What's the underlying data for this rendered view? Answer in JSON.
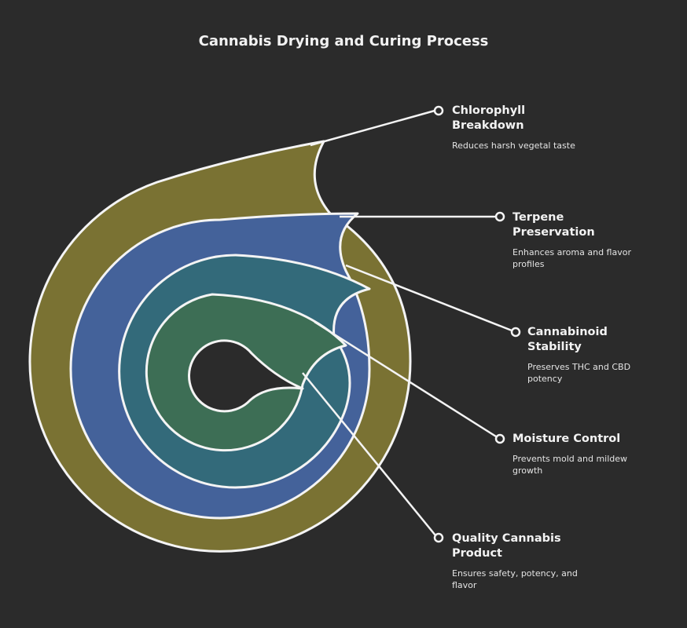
{
  "title": "Cannabis Drying and Curing Process",
  "colors": {
    "background": "#2b2b2b",
    "olive": "#7a7233",
    "blue": "#44629a",
    "teal": "#336a7a",
    "green": "#3d6e55",
    "stroke": "#f4f4f4"
  },
  "stages": [
    {
      "title": "Chlorophyll Breakdown",
      "description": "Reduces harsh vegetal taste"
    },
    {
      "title": "Terpene Preservation",
      "description": "Enhances aroma and flavor profiles"
    },
    {
      "title": "Cannabinoid Stability",
      "description": "Preserves THC and CBD potency"
    },
    {
      "title": "Moisture Control",
      "description": "Prevents mold and mildew growth"
    },
    {
      "title": "Quality Cannabis Product",
      "description": "Ensures safety, potency, and flavor"
    }
  ]
}
